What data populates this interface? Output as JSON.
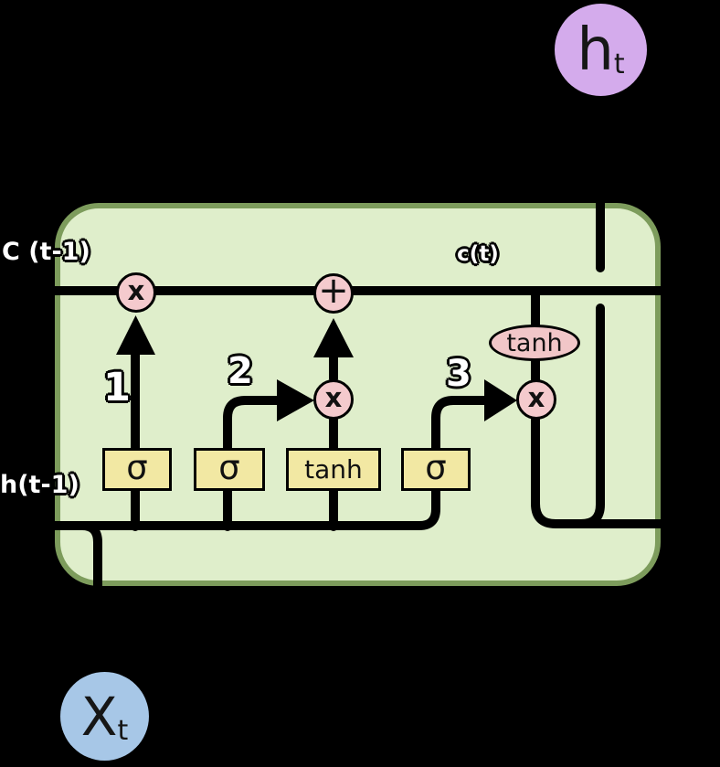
{
  "diagram": {
    "kind": "LSTM cell diagram",
    "labels": {
      "prev_cell_state": "C (t-1)",
      "new_cell_state": "c(t)",
      "prev_hidden_state": "h(t-1)",
      "step_1": "1",
      "step_2": "2",
      "step_3": "3"
    },
    "gates": [
      {
        "label": "σ"
      },
      {
        "label": "σ"
      },
      {
        "label": "tanh"
      },
      {
        "label": "σ"
      }
    ],
    "operations": {
      "forget_multiply": "x",
      "add": "+",
      "input_multiply": "x",
      "output_multiply": "x",
      "tanh_activation": "tanh"
    },
    "io": {
      "output": {
        "main": "h",
        "sub": "t"
      },
      "input": {
        "main": "X",
        "sub": "t"
      }
    },
    "colors": {
      "background": "#000000",
      "cell_fill": "#dfeecb",
      "cell_border": "#7d9c5c",
      "gate_fill": "#f2e8a3",
      "node_fill": "#f4cacd",
      "ellipse_fill": "#f1c6c8",
      "output_fill": "#d4abec",
      "input_fill": "#a7c7e7",
      "line": "#000000",
      "label_text": "#ffffff"
    }
  }
}
